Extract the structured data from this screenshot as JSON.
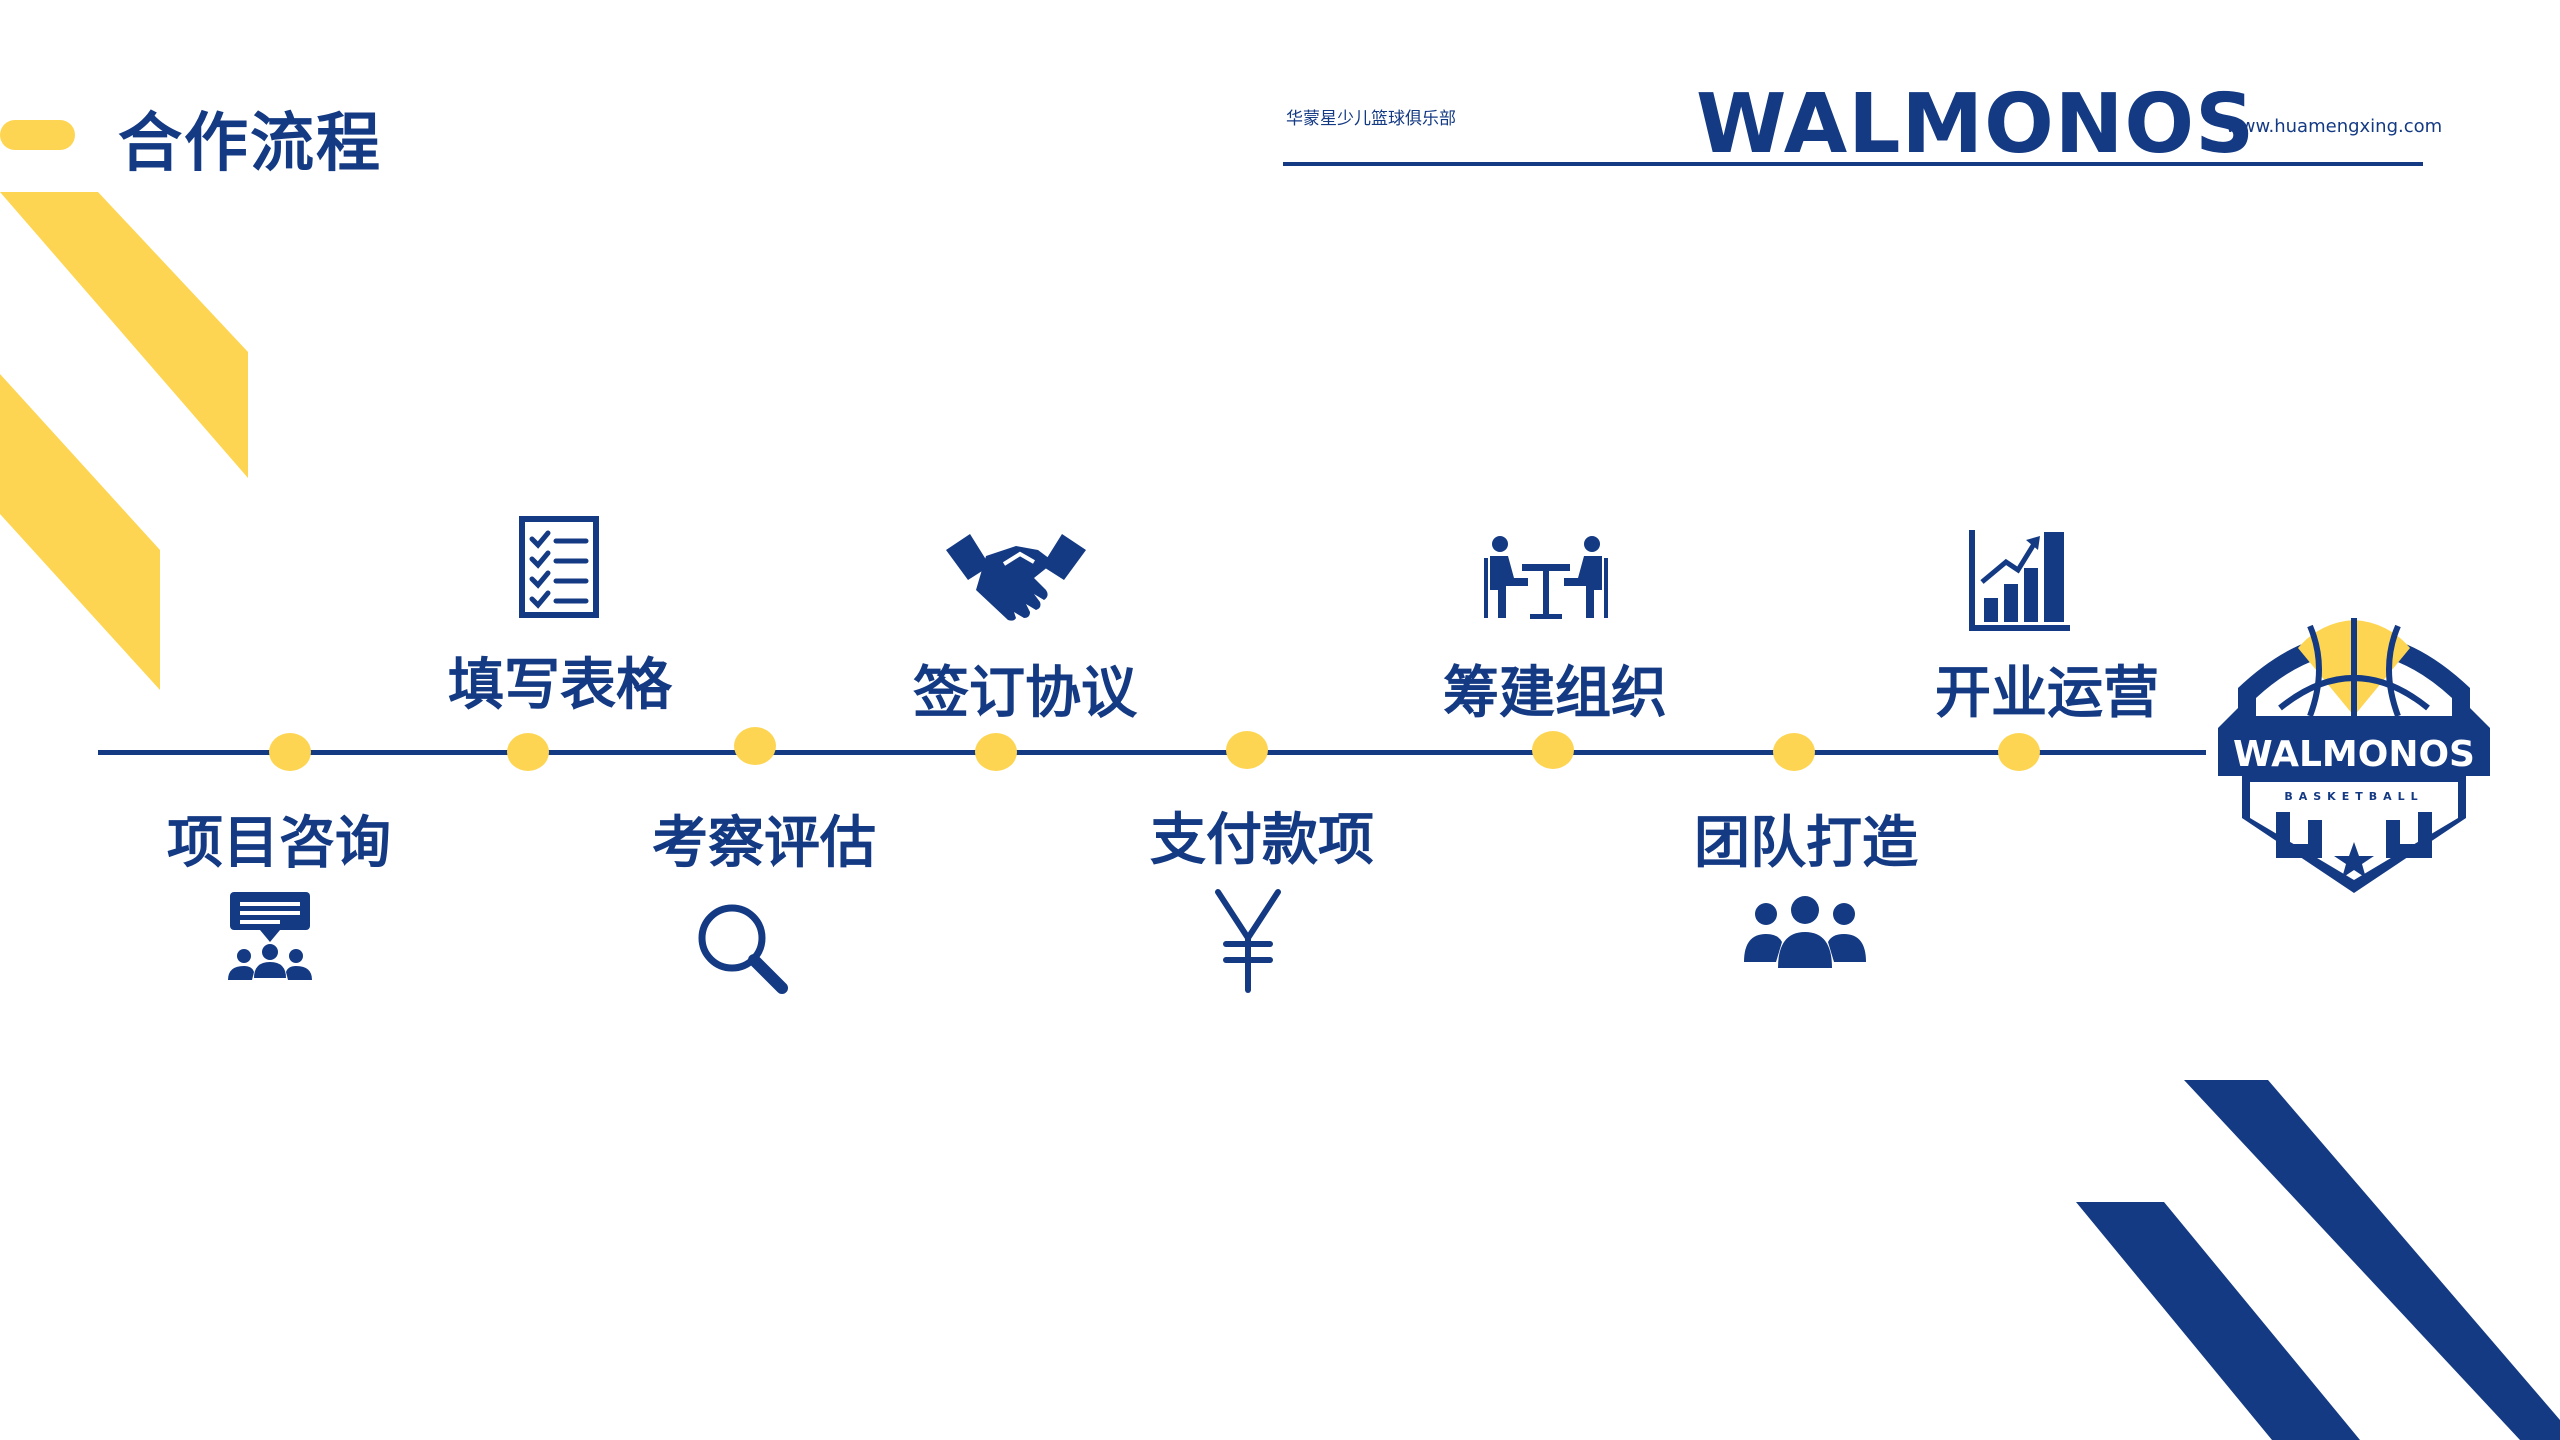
{
  "page_title": "合作流程",
  "header": {
    "club_name": "华蒙星少儿篮球俱乐部",
    "brand": "WALMONOS",
    "website": "www.huamengxing.com"
  },
  "colors": {
    "primary": "#143a84",
    "accent": "#fdd552",
    "background": "#ffffff"
  },
  "steps": [
    {
      "label": "项目咨询",
      "icon": "consultation-icon"
    },
    {
      "label": "填写表格",
      "icon": "checklist-icon"
    },
    {
      "label": "考察评估",
      "icon": "magnifier-icon"
    },
    {
      "label": "签订协议",
      "icon": "handshake-icon"
    },
    {
      "label": "支付款项",
      "icon": "yuan-icon"
    },
    {
      "label": "筹建组织",
      "icon": "meeting-icon"
    },
    {
      "label": "团队打造",
      "icon": "team-icon"
    },
    {
      "label": "开业运营",
      "icon": "growth-chart-icon"
    }
  ],
  "logo": {
    "name": "WALMONOS",
    "subtitle": "BASKETBALL"
  }
}
